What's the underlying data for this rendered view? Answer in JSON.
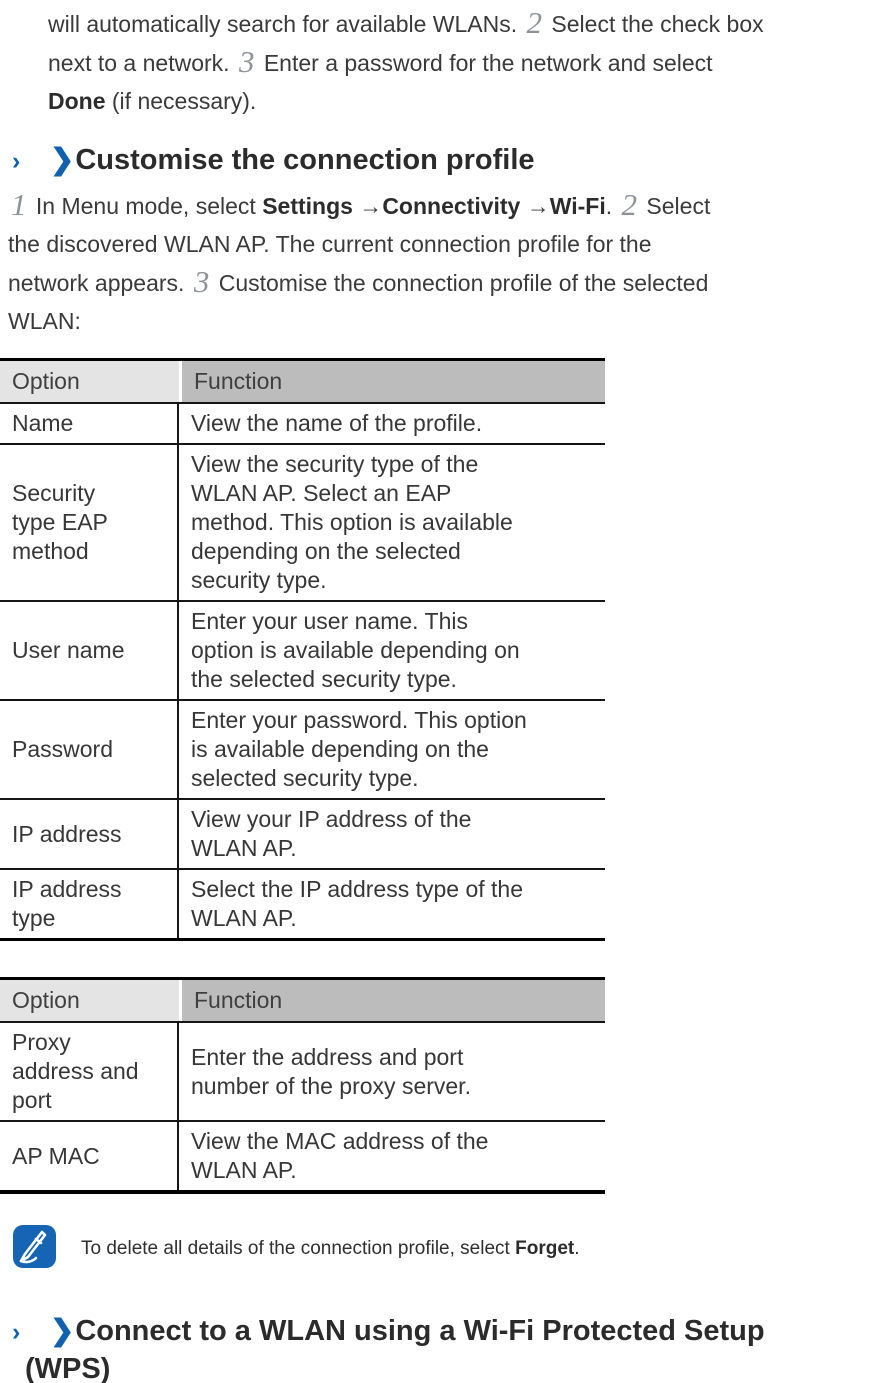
{
  "page": {
    "accent_blue": "#1061ae",
    "marker_glyph": "›",
    "chevron_glyph": "❯",
    "table_header_bg_option": "#e4e4e4",
    "table_header_bg_function": "#bcbcbc"
  },
  "intro": {
    "lines": [
      [
        {
          "t": "will automatically search for available WLANs. "
        },
        {
          "t": "2",
          "s": "step"
        },
        {
          "t": " Select the check box"
        }
      ],
      [
        {
          "t": "next to a network. "
        },
        {
          "t": "3",
          "s": "step"
        },
        {
          "t": " Enter a password for the network and select"
        }
      ],
      [
        {
          "t": "Done",
          "s": "b"
        },
        {
          "t": " (if necessary)."
        }
      ]
    ]
  },
  "section1": {
    "marker": "›",
    "chevron": "❯",
    "title": "Customise the connection profile",
    "lines": [
      [
        {
          "t": "1",
          "s": "step"
        },
        {
          "t": " In Menu mode, select "
        },
        {
          "t": "Settings",
          "s": "b"
        },
        {
          "t": " →"
        },
        {
          "t": "Connectivity",
          "s": "b"
        },
        {
          "t": " →"
        },
        {
          "t": "Wi-Fi",
          "s": "b"
        },
        {
          "t": ". "
        },
        {
          "t": "2",
          "s": "step"
        },
        {
          "t": " Select"
        }
      ],
      [
        {
          "t": "the discovered WLAN AP. The current connection profile for the"
        }
      ],
      [
        {
          "t": "network appears. "
        },
        {
          "t": "3",
          "s": "step"
        },
        {
          "t": " Customise the connection profile of the selected"
        }
      ],
      [
        {
          "t": "WLAN:"
        }
      ]
    ]
  },
  "table1": {
    "headers": [
      "Option",
      "Function"
    ],
    "rows": [
      {
        "option": "Name",
        "function": "View the name of the profile."
      },
      {
        "option": "Security\ntype EAP\nmethod",
        "function": "View the security type of the\nWLAN AP. Select an EAP\nmethod. This option is available\ndepending on the selected\nsecurity type."
      },
      {
        "option": "User name",
        "function": "Enter your user name. This\noption is available depending on\nthe selected security type."
      },
      {
        "option": "Password",
        "function": "Enter your password. This option\nis available depending on the\nselected security type."
      },
      {
        "option": "IP address",
        "function": "View your IP address of the\nWLAN AP."
      },
      {
        "option": "IP address\ntype",
        "function": "Select the IP address type of the\nWLAN AP."
      }
    ]
  },
  "table2": {
    "headers": [
      "Option",
      "Function"
    ],
    "rows": [
      {
        "option": "Proxy\naddress and\nport",
        "function": "Enter the address and port\nnumber of the proxy server."
      },
      {
        "option": "AP MAC",
        "function": "View the MAC address of the\nWLAN AP."
      }
    ]
  },
  "note": {
    "icon": "note-pencil-icon",
    "segments": [
      {
        "t": "To delete all details of the connection profile, select "
      },
      {
        "t": "Forget",
        "s": "b"
      },
      {
        "t": "."
      }
    ]
  },
  "section2": {
    "marker": "›",
    "chevron": "❯",
    "title_line1": "Connect to a WLAN using a Wi-Fi Protected Setup",
    "title_line2": "(WPS)"
  }
}
